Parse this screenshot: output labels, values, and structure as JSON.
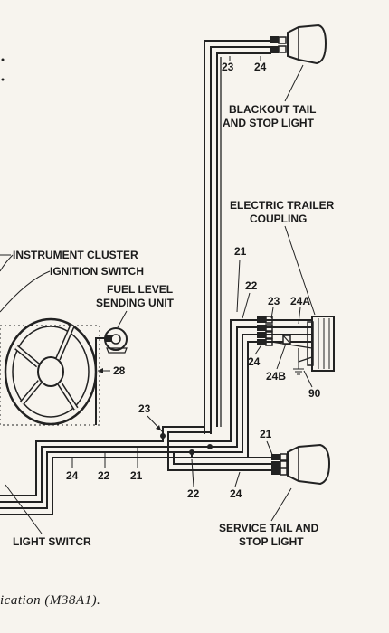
{
  "labels": {
    "blackout": [
      "BLACKOUT TAIL",
      "AND STOP LIGHT"
    ],
    "trailer": [
      "ELECTRIC TRAILER",
      "COUPLING"
    ],
    "instrument_cluster": "INSTRUMENT CLUSTER",
    "ignition_switch": "IGNITION SWITCH",
    "fuel": [
      "FUEL LEVEL",
      "SENDING UNIT"
    ],
    "service": [
      "SERVICE TAIL AND",
      "STOP LIGHT"
    ],
    "light_switch": "LIGHT SWITCR",
    "caption": "ication  (M38A1)."
  },
  "wire_numbers": {
    "bo_23": "23",
    "bo_24": "24",
    "tr_21": "21",
    "tr_22": "22",
    "tr_23": "23",
    "tr_24a": "24A",
    "tr_24": "24",
    "tr_24b": "24B",
    "tr_90": "90",
    "fuel_28": "28",
    "j_23": "23",
    "m_24": "24",
    "m_22": "22",
    "m_21": "21",
    "s_21": "21",
    "s_22": "22",
    "s_24": "24"
  }
}
